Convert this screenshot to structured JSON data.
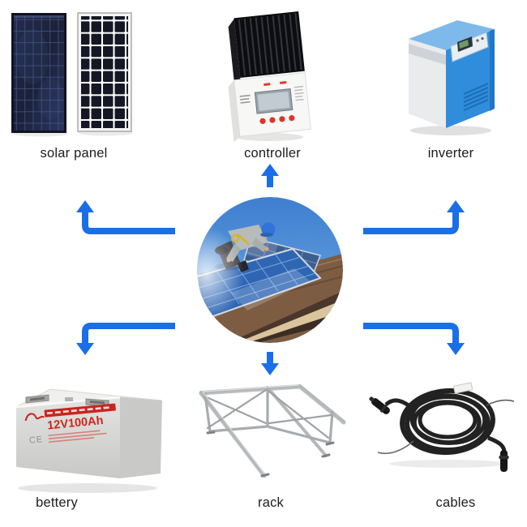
{
  "diagram": {
    "items": [
      {
        "id": "solar-panel",
        "label": "solar panel"
      },
      {
        "id": "controller",
        "label": "controller"
      },
      {
        "id": "inverter",
        "label": "inverter"
      },
      {
        "id": "battery",
        "label": "bettery"
      },
      {
        "id": "rack",
        "label": "rack"
      },
      {
        "id": "cables",
        "label": "cables"
      }
    ],
    "battery_text": {
      "capacity": "12V100Ah",
      "ce_mark": "CE"
    },
    "colors": {
      "arrow": "#1a6fe8"
    }
  }
}
